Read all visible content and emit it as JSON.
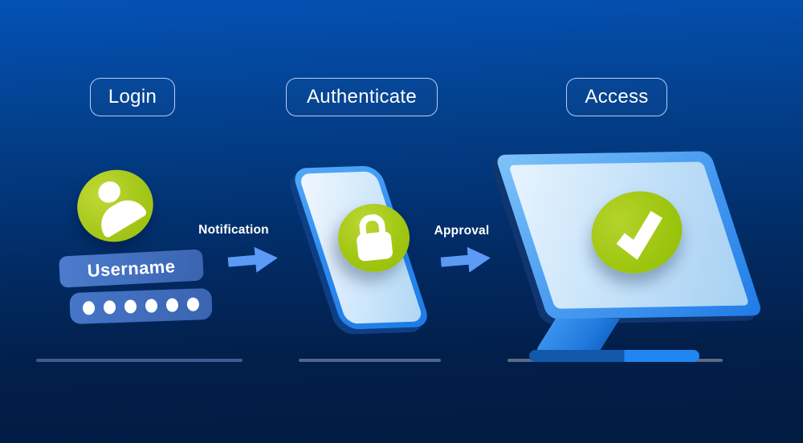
{
  "stages": [
    {
      "label": "Login"
    },
    {
      "label": "Authenticate"
    },
    {
      "label": "Access"
    }
  ],
  "connectors": [
    {
      "label": "Notification"
    },
    {
      "label": "Approval"
    }
  ],
  "login_form": {
    "username_value": "Username",
    "password_dots": 6
  },
  "icons": {
    "avatar": "user-icon",
    "phone_badge": "lock-icon",
    "monitor_badge": "checkmark-icon",
    "connector": "arrow-right-icon"
  },
  "palette": {
    "background_top": "#0452b6",
    "background_bottom": "#011b41",
    "accent_green": "#a2c713",
    "arrow_blue": "#5b9af5",
    "field_blue": "#4070c2",
    "device_blue": "#2e8df2",
    "screen_blue": "#cfe7fb",
    "ground_line": "#50658d",
    "text": "#ffffff"
  }
}
